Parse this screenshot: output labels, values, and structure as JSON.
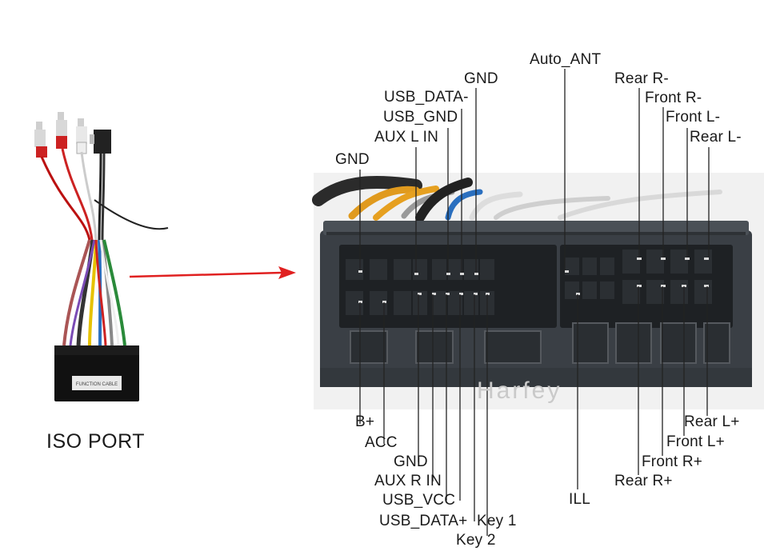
{
  "iso_port_label": "ISO PORT",
  "watermark": "Harfey",
  "colors": {
    "arrow": "#e02020",
    "connector": "#3a3f45",
    "pin_line": "#222222"
  },
  "harness_tag_text": "FUNCTION CABLE",
  "labels_top": {
    "gnd_left": "GND",
    "aux_l_in": "AUX L IN",
    "usb_gnd": "USB_GND",
    "usb_data_minus": "USB_DATA-",
    "gnd_top": "GND",
    "auto_ant": "Auto_ANT",
    "rear_r_minus": "Rear R-",
    "front_r_minus": "Front R-",
    "front_l_minus": "Front L-",
    "rear_l_minus": "Rear L-"
  },
  "labels_bottom": {
    "b_plus": "B+",
    "acc": "ACC",
    "gnd_bottom": "GND",
    "aux_r_in": "AUX R IN",
    "usb_vcc": "USB_VCC",
    "usb_data_plus": "USB_DATA+",
    "key_1": "Key 1",
    "key_2": "Key 2",
    "ill": "ILL",
    "rear_l_plus": "Rear L+",
    "front_l_plus": "Front L+",
    "front_r_plus": "Front R+",
    "rear_r_plus": "Rear R+"
  }
}
